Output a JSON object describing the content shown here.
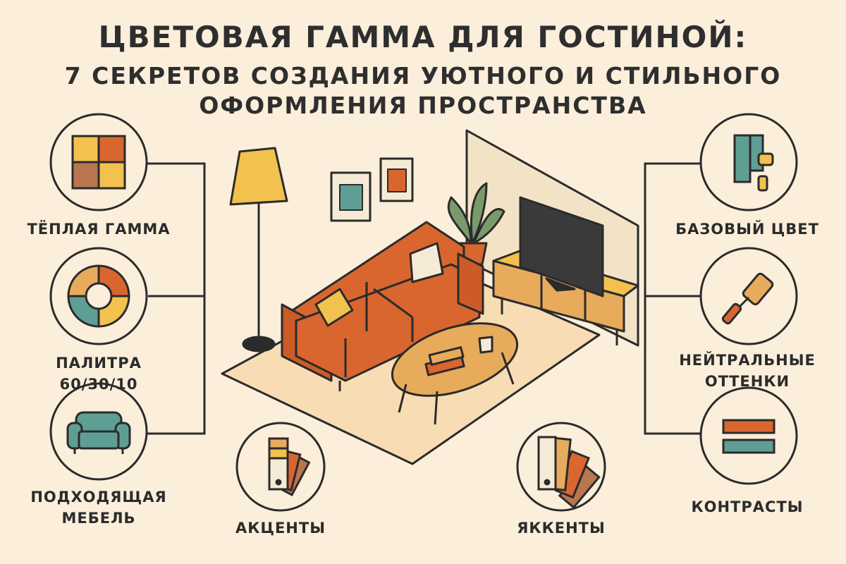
{
  "title": {
    "line1": "ЦВЕТОВАЯ ГАММА ДЛЯ ГОСТИНОЙ:",
    "line2": "7 СЕКРЕТОВ СОЗДАНИЯ УЮТНОГО И СТИЛЬНОГО",
    "line3": "ОФОРМЛЕНИЯ ПРОСТРАНСТВА"
  },
  "left": [
    {
      "label": "ТЁПЛАЯ ГАММА",
      "icon": "warm-swatches-icon"
    },
    {
      "label": "ПАЛИТРА 60/30/10",
      "icon": "color-wheel-icon"
    },
    {
      "label1": "ПОДХОДЯЩАЯ",
      "label2": "МЕБЕЛЬ",
      "icon": "armchair-icon"
    }
  ],
  "right": [
    {
      "label": "БАЗОВЫЙ ЦВЕТ",
      "icon": "color-blocks-icon"
    },
    {
      "label1": "НЕЙТРАЛЬНЫЕ",
      "label2": "ОТТЕНКИ",
      "icon": "paint-roller-icon"
    },
    {
      "label": "КОНТРАСТЫ",
      "icon": "contrast-stripes-icon"
    }
  ],
  "bottom": [
    {
      "label": "АКЦЕНТЫ",
      "icon": "swatch-fan-icon"
    },
    {
      "label": "ЯККЕНТЫ",
      "icon": "swatch-fan-icon"
    }
  ],
  "colors": {
    "background": "#fbeedb",
    "outline": "#2b2b2b",
    "orange": "#d9662f",
    "yellow": "#f2c14e",
    "teal": "#5f9e95",
    "brown": "#b9764f",
    "cream": "#f5ead5",
    "wood": "#e8ab5c"
  }
}
